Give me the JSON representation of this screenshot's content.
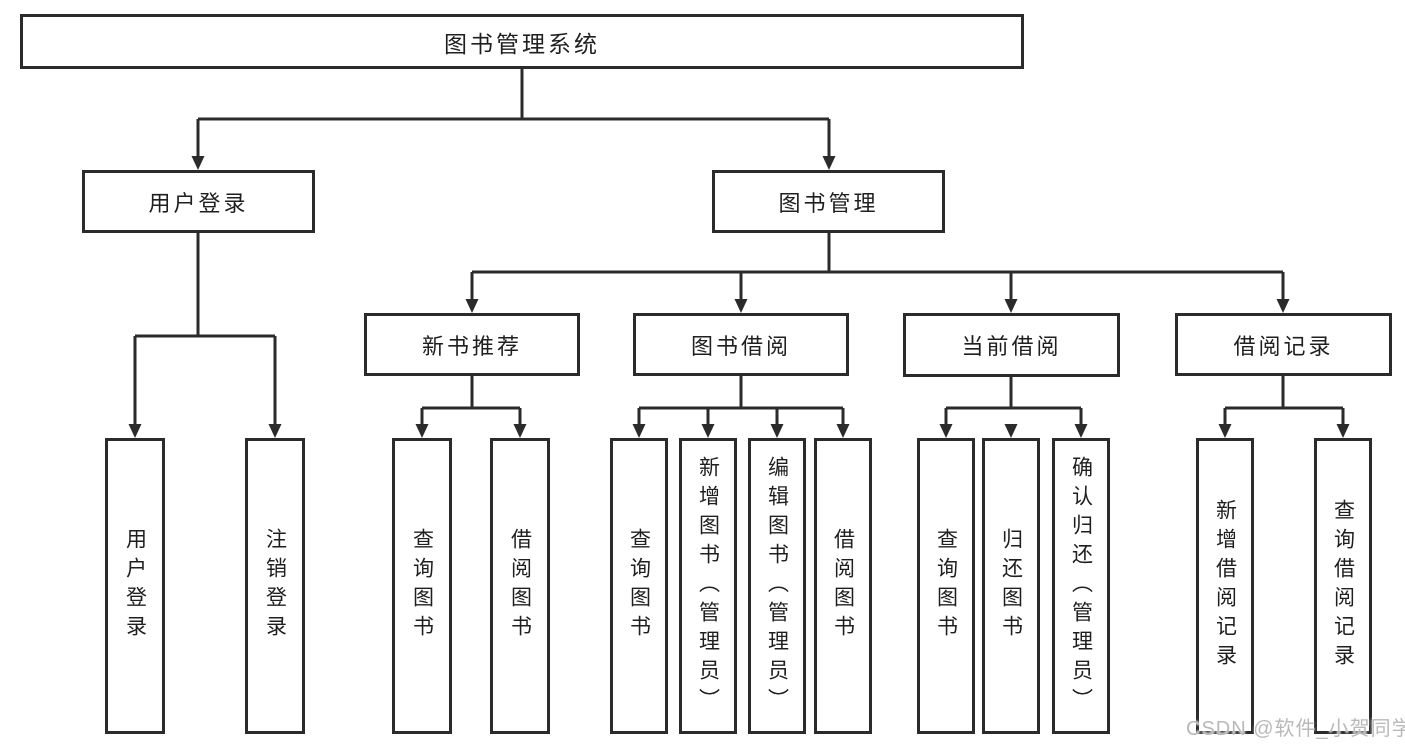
{
  "diagram": {
    "root": {
      "label": "图书管理系统"
    },
    "level2": [
      {
        "label": "用户登录",
        "parent": "图书管理系统"
      },
      {
        "label": "图书管理",
        "parent": "图书管理系统"
      }
    ],
    "level3": [
      {
        "label": "新书推荐",
        "parent": "图书管理"
      },
      {
        "label": "图书借阅",
        "parent": "图书管理"
      },
      {
        "label": "当前借阅",
        "parent": "图书管理"
      },
      {
        "label": "借阅记录",
        "parent": "图书管理"
      }
    ],
    "leaves": [
      {
        "label": "用户登录",
        "parent": "用户登录"
      },
      {
        "label": "注销登录",
        "parent": "用户登录"
      },
      {
        "label": "查询图书",
        "parent": "新书推荐"
      },
      {
        "label": "借阅图书",
        "parent": "新书推荐"
      },
      {
        "label": "查询图书",
        "parent": "图书借阅"
      },
      {
        "label": "新增图书（管理员）",
        "parent": "图书借阅"
      },
      {
        "label": "编辑图书（管理员）",
        "parent": "图书借阅"
      },
      {
        "label": "借阅图书",
        "parent": "图书借阅"
      },
      {
        "label": "查询图书",
        "parent": "当前借阅"
      },
      {
        "label": "归还图书",
        "parent": "当前借阅"
      },
      {
        "label": "确认归还（管理员）",
        "parent": "当前借阅"
      },
      {
        "label": "新增借阅记录",
        "parent": "借阅记录"
      },
      {
        "label": "查询借阅记录",
        "parent": "借阅记录"
      }
    ],
    "line_color": "#2b2b2b"
  },
  "watermark": {
    "text": "CSDN @软件_小贺同学",
    "color": "#b9b9b9"
  }
}
